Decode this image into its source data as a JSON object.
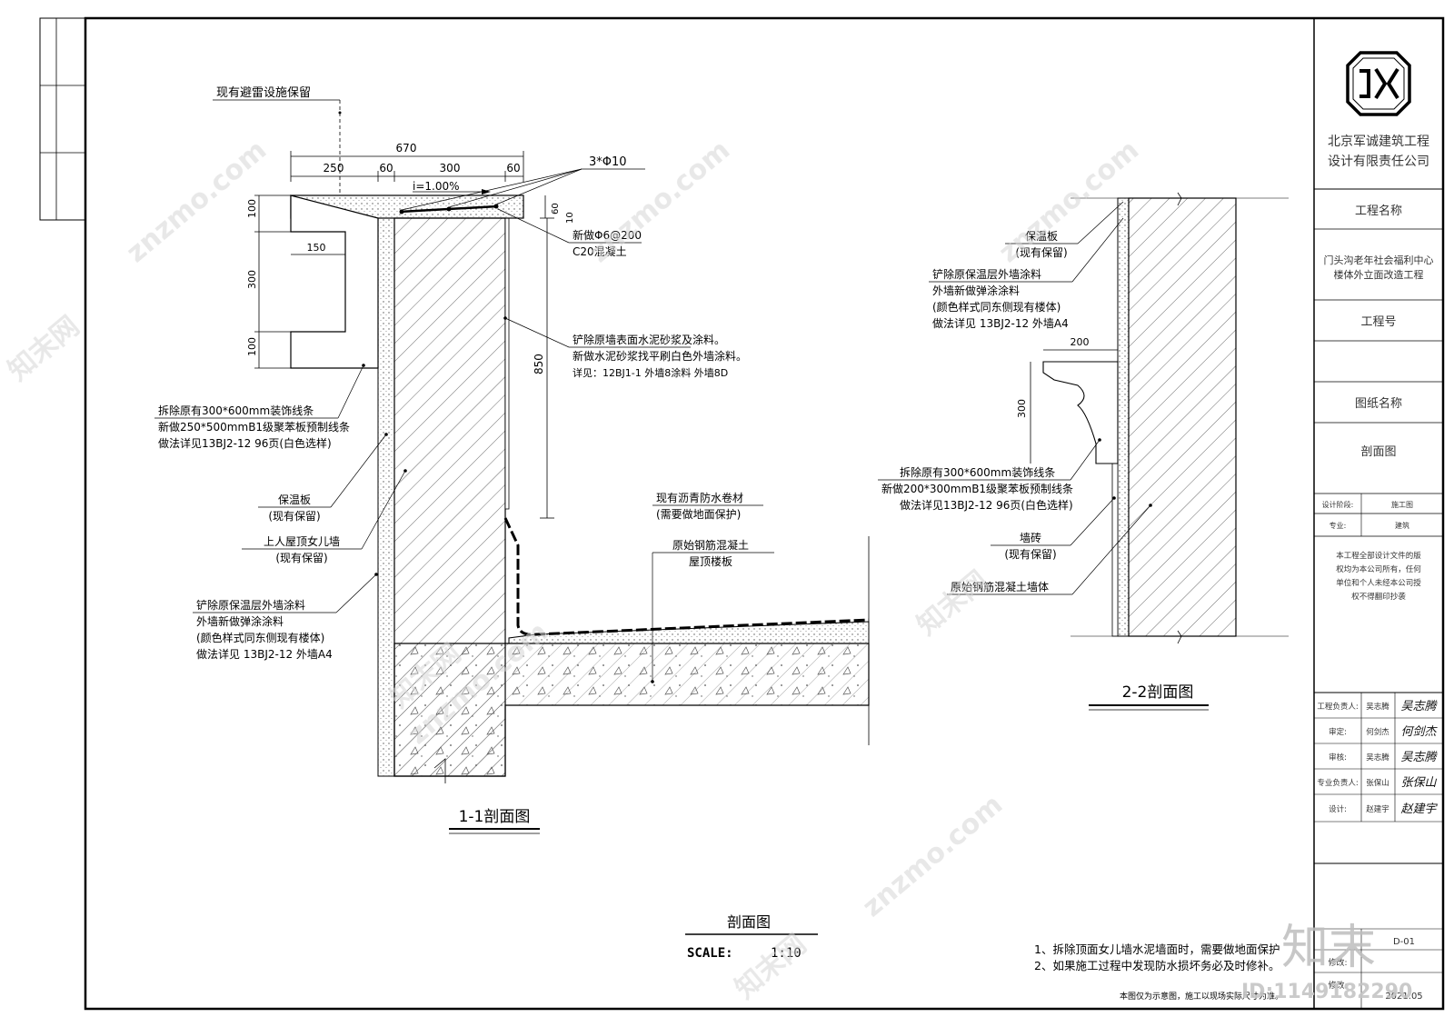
{
  "company": {
    "name_line1": "北京军诚建筑工程",
    "name_line2": "设计有限责任公司"
  },
  "title_block": {
    "project_name_label": "工程名称",
    "project_name_line1": "门头沟老年社会福利中心",
    "project_name_line2": "楼体外立面改造工程",
    "project_no_label": "工程号",
    "drawing_name_label": "图纸名称",
    "drawing_name_value": "剖面图",
    "stage_label": "设计阶段:",
    "stage_value": "施工图",
    "discipline_label": "专业:",
    "discipline_value": "建筑",
    "copyright_lines": [
      "本工程全部设计文件的版",
      "权均为本公司所有，任何",
      "单位和个人未经本公司授",
      "权不得翻印抄袭"
    ],
    "signatures": [
      {
        "role": "工程负责人:",
        "name": "吴志腾",
        "sign": "吴志腾"
      },
      {
        "role": "审定:",
        "name": "何剑杰",
        "sign": "何剑杰"
      },
      {
        "role": "审核:",
        "name": "吴志腾",
        "sign": "吴志腾"
      },
      {
        "role": "专业负责人:",
        "name": "张保山",
        "sign": "张保山"
      },
      {
        "role": "设计:",
        "name": "赵建宇",
        "sign": "赵建宇"
      }
    ],
    "drawing_no": "D-01",
    "revision_label": "修改:",
    "revision_label2": "修改:",
    "date": "2021.05"
  },
  "section1": {
    "title": "1-1剖面图",
    "lightning_note": "现有避雷设施保留",
    "dim_total": "670",
    "dims_top": [
      "250",
      "60",
      "300",
      "60"
    ],
    "slope": "i=1.00%",
    "rebar_main": "3*Φ10",
    "rebar_stirrup": "新做Φ6@200",
    "concrete": "C20混凝土",
    "dim_60": "60",
    "dim_10": "10",
    "dims_left": [
      "100",
      "300",
      "100"
    ],
    "dim_150": "150",
    "dim_850": "850",
    "note_wall_lines": [
      "铲除原墙表面水泥砂浆及涂料。",
      "新做水泥砂浆找平刷白色外墙涂料。",
      "详见：12BJ1-1 外墙8涂料 外墙8D"
    ],
    "note_molding_lines": [
      "拆除原有300*600mm装饰线条",
      "新做250*500mmB1级聚苯板预制线条",
      "做法详见13BJ2-12 96页(白色选样)"
    ],
    "note_insulation_lines": [
      "保温板",
      "(现有保留)"
    ],
    "note_parapet_lines": [
      "上人屋顶女儿墙",
      "(现有保留)"
    ],
    "note_coating_lines": [
      "铲除原保温层外墙涂料",
      "外墙新做弹涂涂料",
      "(颜色样式同东侧现有楼体)",
      "做法详见 13BJ2-12 外墙A4"
    ],
    "note_waterproof_lines": [
      "现有沥青防水卷材",
      "(需要做地面保护)"
    ],
    "note_slab_lines": [
      "原始钢筋混凝土",
      "屋顶楼板"
    ]
  },
  "section2": {
    "title": "2-2剖面图",
    "note_insulation_lines": [
      "保温板",
      "(现有保留)"
    ],
    "note_coating_lines": [
      "铲除原保温层外墙涂料",
      "外墙新做弹涂涂料",
      "(颜色样式同东侧现有楼体)",
      "做法详见 13BJ2-12 外墙A4"
    ],
    "dim_200": "200",
    "dim_300": "300",
    "note_molding_lines": [
      "拆除原有300*600mm装饰线条",
      "新做200*300mmB1级聚苯板预制线条",
      "做法详见13BJ2-12 96页(白色选样)"
    ],
    "note_brick_lines": [
      "墙砖",
      "(现有保留)"
    ],
    "note_rc_wall": "原始钢筋混凝土墙体"
  },
  "main_title": {
    "title": "剖面图",
    "scale_label": "SCALE:",
    "scale_value": "1:10"
  },
  "notes": [
    "1、拆除顶面女儿墙水泥墙面时，需要做地面保护",
    "2、如果施工过程中发现防水损坏务必及时修补。"
  ],
  "footer_note": "本图仅为示意图，施工以现场实际尺寸为准。",
  "watermarks": {
    "site": "znzmo.com",
    "brand": "知末网",
    "logo": "知末",
    "id": "ID:1149182290"
  }
}
